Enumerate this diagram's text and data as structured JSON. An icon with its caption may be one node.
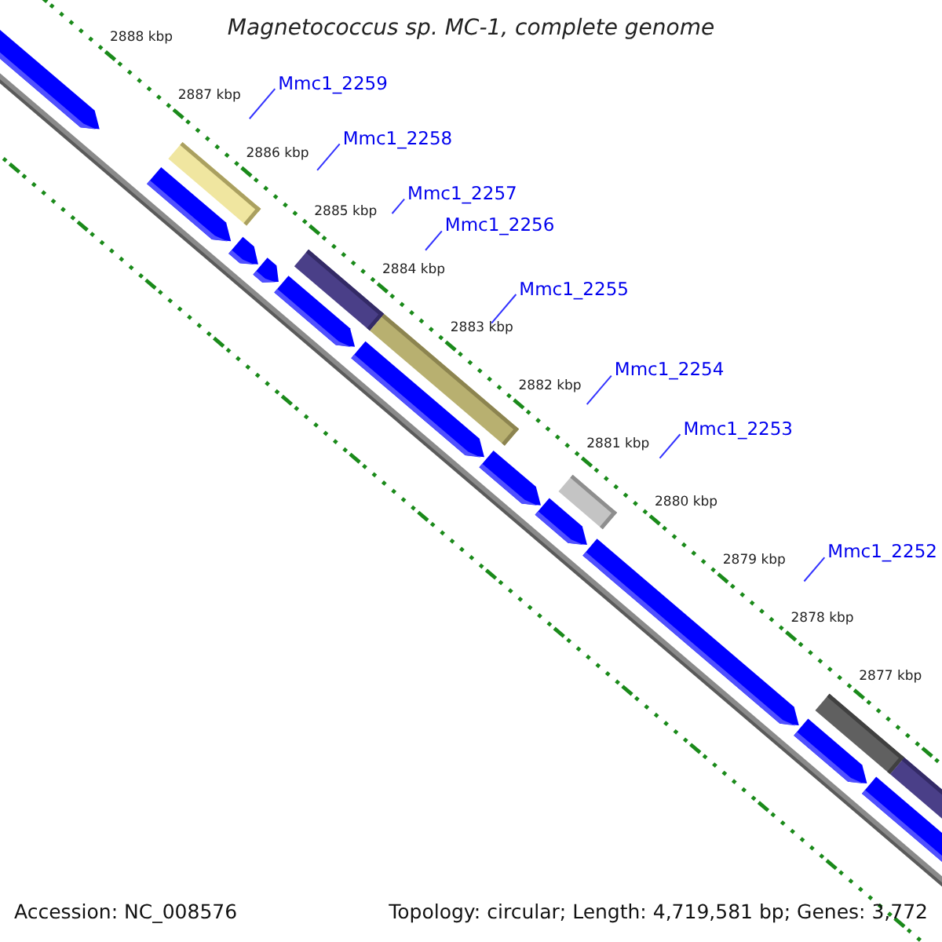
{
  "diagram": {
    "title": "Magnetococcus sp. MC-1, complete genome",
    "nodes": [
      {
        "text": [
          "Mmc1_2259"
        ]
      },
      {
        "text": [
          "Mmc1_2258"
        ]
      },
      {
        "text": [
          "Mmc1_2257"
        ]
      },
      {
        "text": [
          "Mmc1_2256"
        ]
      },
      {
        "text": [
          "Mmc1_2255"
        ]
      },
      {
        "text": [
          "Mmc1_2254"
        ]
      },
      {
        "text": [
          "Mmc1_2253"
        ]
      },
      {
        "text": [
          "Mmc1_2252"
        ]
      }
    ],
    "edges": [
      {
        "from": 0,
        "to": null,
        "arrow": "none"
      },
      {
        "from": 1,
        "to": null,
        "arrow": "none"
      },
      {
        "from": 2,
        "to": null,
        "arrow": "none"
      },
      {
        "from": 3,
        "to": null,
        "arrow": "none"
      },
      {
        "from": 4,
        "to": null,
        "arrow": "none"
      },
      {
        "from": 5,
        "to": null,
        "arrow": "none"
      },
      {
        "from": 6,
        "to": null,
        "arrow": "none"
      },
      {
        "from": 7,
        "to": null,
        "arrow": "none"
      }
    ],
    "labels": [
      "2888 kbp",
      "2887 kbp",
      "2886 kbp",
      "2885 kbp",
      "2884 kbp",
      "2883 kbp",
      "2882 kbp",
      "2881 kbp",
      "2880 kbp",
      "2879 kbp",
      "2878 kbp",
      "2877 kbp",
      "Accession: NC_008576",
      "Topology: circular; Length: 4,719,581 bp; Genes: 3,772"
    ]
  }
}
